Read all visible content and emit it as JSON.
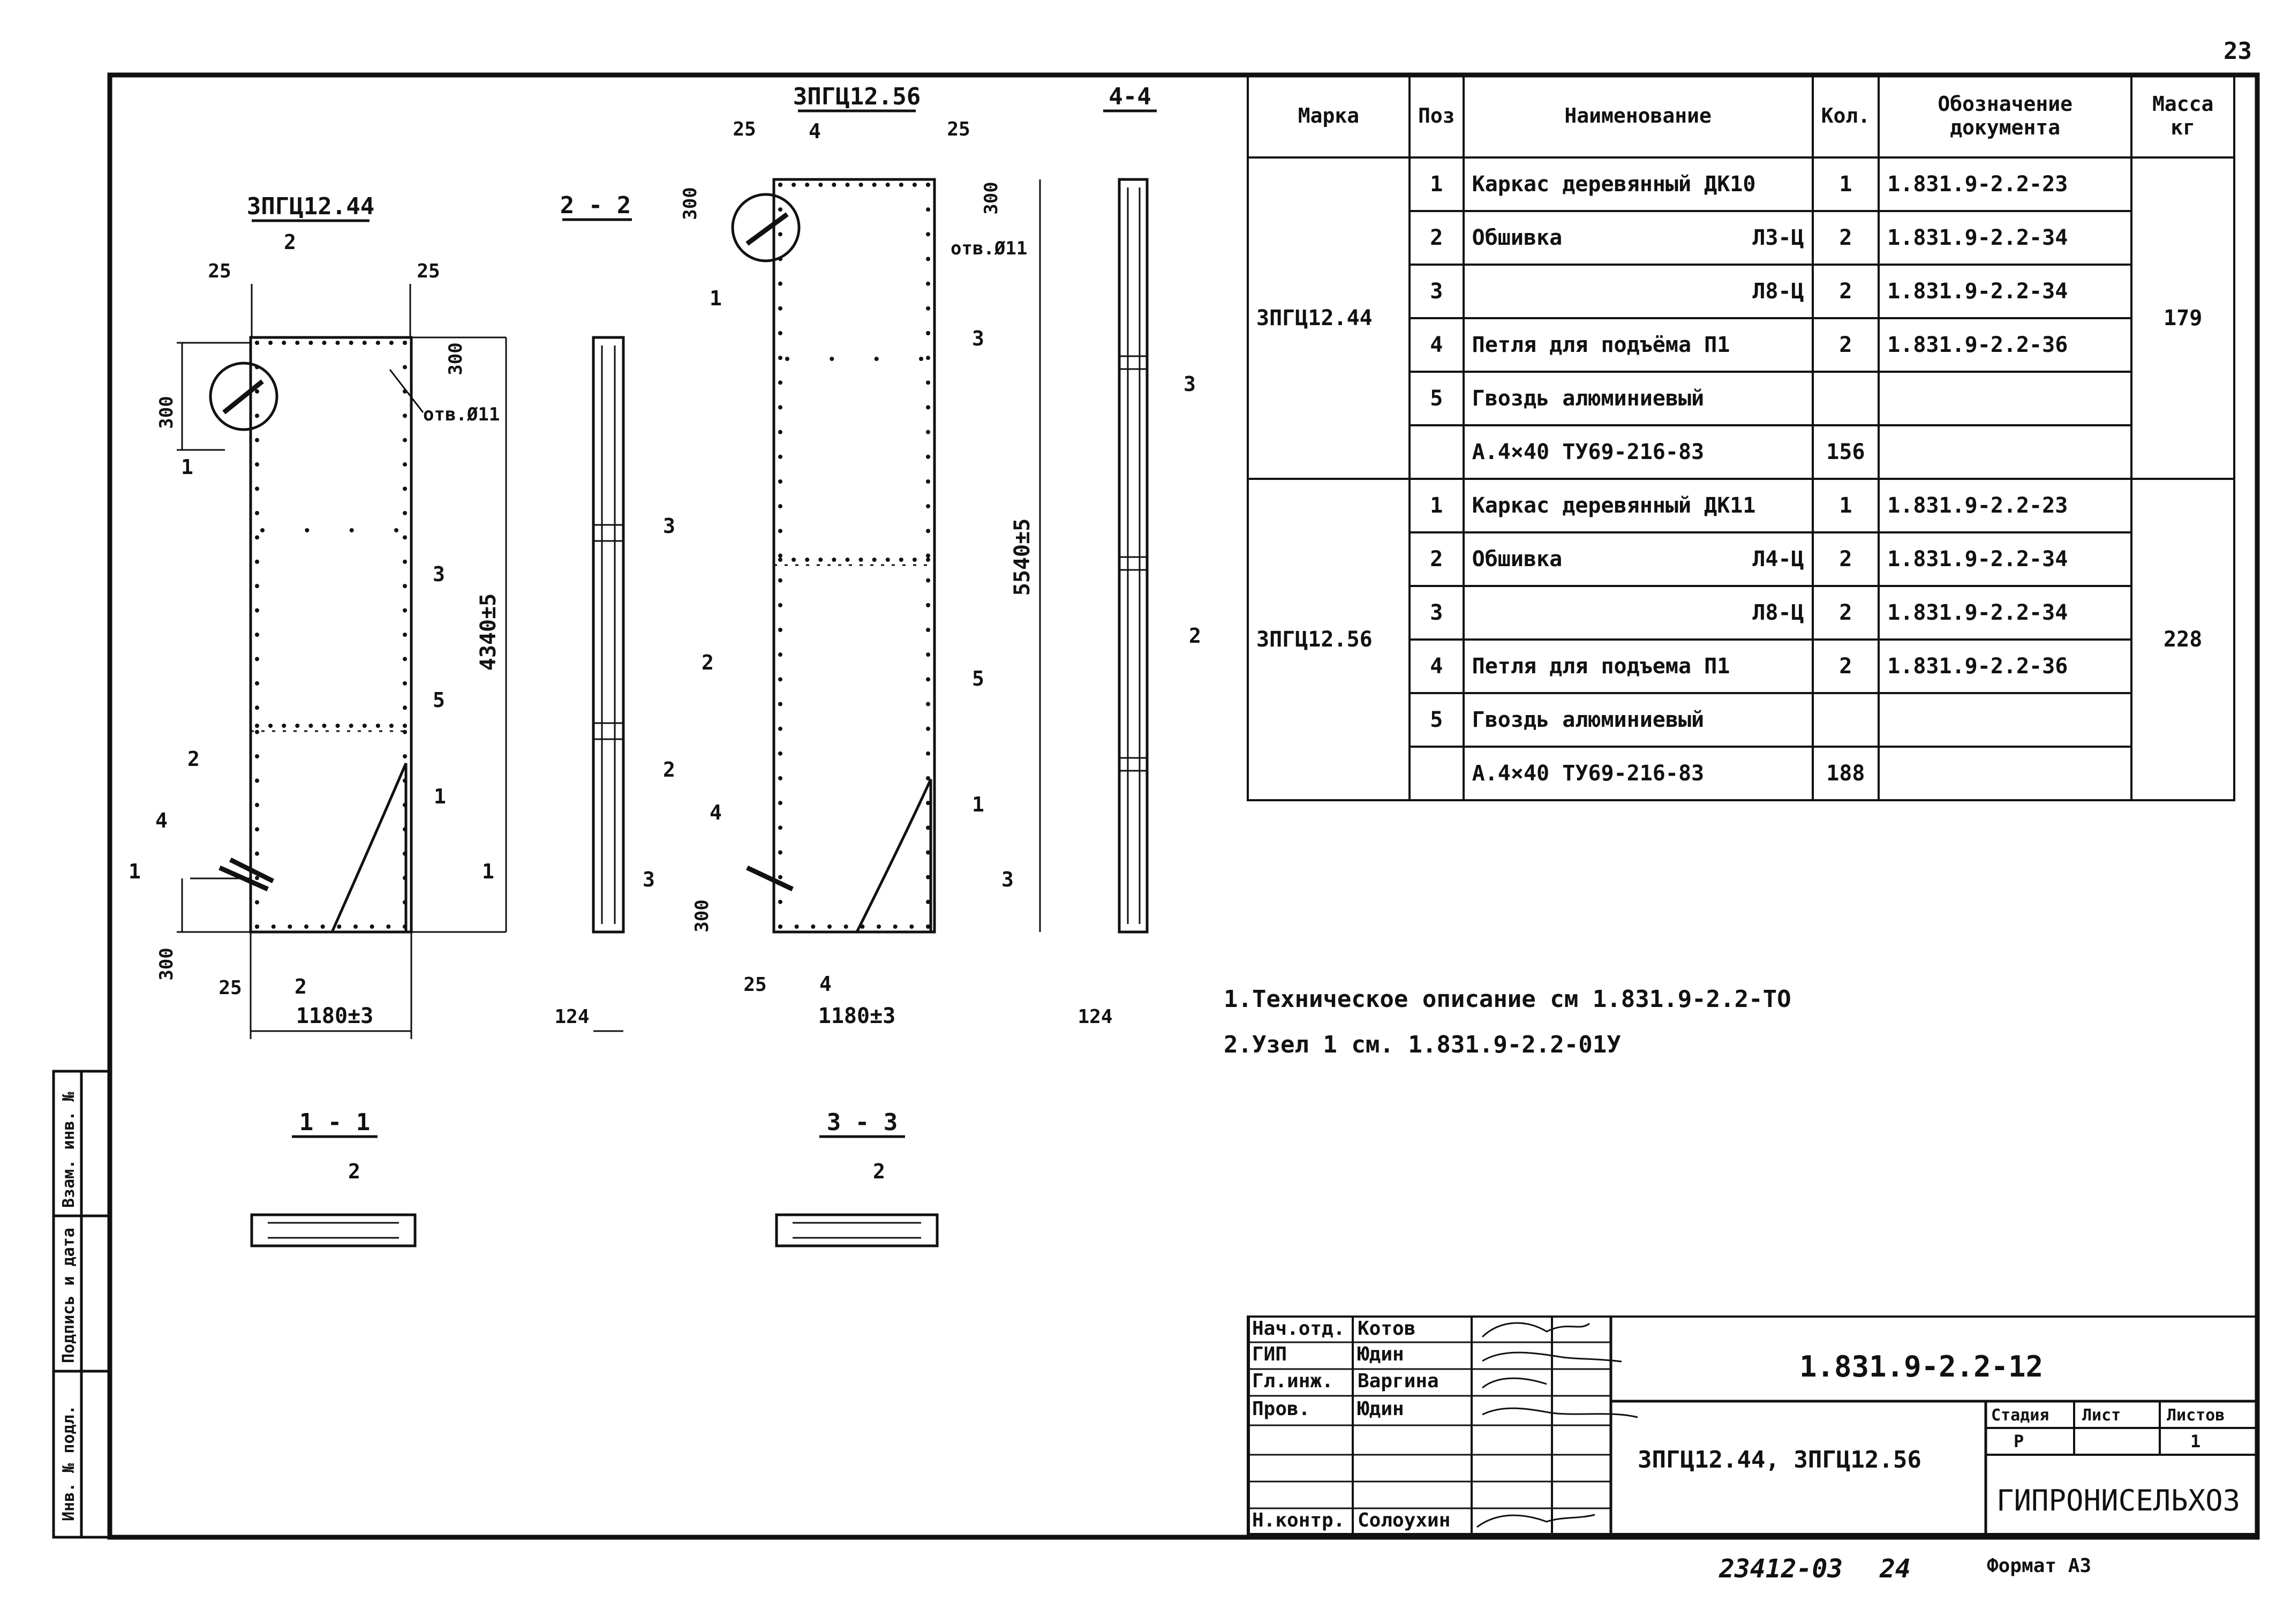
{
  "page_number": "23",
  "bottom": {
    "archive": "23412-03",
    "sheet": "24",
    "format": "Формат А3"
  },
  "views": {
    "p44": {
      "title": "3ПГЦ12.44",
      "dim_25a": "25",
      "dim_25b": "25",
      "dim_25c": "25",
      "dim_300a": "300",
      "dim_300b": "300",
      "dim_300c": "300",
      "height": "4340±5",
      "width": "1180±3",
      "hole": "отв.Ø11",
      "cut_1": "1",
      "cut_2": "2",
      "node": "1",
      "pos2": "2",
      "pos3": "3",
      "pos4": "4",
      "pos5": "5",
      "pos1": "1"
    },
    "s22": {
      "title": "2 - 2",
      "width": "124",
      "pos3": "3",
      "pos2": "2"
    },
    "p56": {
      "title": "3ПГЦ12.56",
      "dim_25a": "25",
      "dim_25b": "25",
      "dim_25c": "25",
      "dim_300a": "300",
      "dim_300b": "300",
      "dim_300c": "300",
      "height": "5540±5",
      "width": "1180±3",
      "hole": "отв.Ø11",
      "cut_3": "3",
      "cut_4": "4",
      "node": "1",
      "pos2": "2",
      "pos3": "3",
      "pos4": "4",
      "pos5": "5",
      "pos1": "1"
    },
    "s44": {
      "title": "4-4",
      "width": "124",
      "pos3": "3",
      "pos2": "2"
    },
    "s11": {
      "title": "1 - 1",
      "pos2": "2"
    },
    "s33": {
      "title": "3 - 3",
      "pos2": "2"
    }
  },
  "spec": {
    "headers": {
      "mark": "Марка",
      "pos": "Поз",
      "name": "Наименование",
      "qty": "Кол.",
      "doc": "Обозначение документа",
      "mass": "Масса кг"
    },
    "groups": [
      {
        "mark": "3ПГЦ12.44",
        "mass": "179",
        "rows": [
          {
            "pos": "1",
            "name": "Каркас деревянный ДК10",
            "suffix": "",
            "qty": "1",
            "doc": "1.831.9-2.2-23"
          },
          {
            "pos": "2",
            "name": "Обшивка",
            "suffix": "Л3-Ц",
            "qty": "2",
            "doc": "1.831.9-2.2-34"
          },
          {
            "pos": "3",
            "name": "",
            "suffix": "Л8-Ц",
            "qty": "2",
            "doc": "1.831.9-2.2-34"
          },
          {
            "pos": "4",
            "name": "Петля для подъёма П1",
            "suffix": "",
            "qty": "2",
            "doc": "1.831.9-2.2-36"
          },
          {
            "pos": "5",
            "name": "Гвоздь алюминиевый",
            "suffix": "",
            "qty": "",
            "doc": ""
          },
          {
            "pos": "",
            "name": "А.4×40 ТУ69-216-83",
            "suffix": "",
            "qty": "156",
            "doc": ""
          }
        ]
      },
      {
        "mark": "3ПГЦ12.56",
        "mass": "228",
        "rows": [
          {
            "pos": "1",
            "name": "Каркас деревянный ДК11",
            "suffix": "",
            "qty": "1",
            "doc": "1.831.9-2.2-23"
          },
          {
            "pos": "2",
            "name": "Обшивка",
            "suffix": "Л4-Ц",
            "qty": "2",
            "doc": "1.831.9-2.2-34"
          },
          {
            "pos": "3",
            "name": "",
            "suffix": "Л8-Ц",
            "qty": "2",
            "doc": "1.831.9-2.2-34"
          },
          {
            "pos": "4",
            "name": "Петля для подъема П1",
            "suffix": "",
            "qty": "2",
            "doc": "1.831.9-2.2-36"
          },
          {
            "pos": "5",
            "name": "Гвоздь алюминиевый",
            "suffix": "",
            "qty": "",
            "doc": ""
          },
          {
            "pos": "",
            "name": "А.4×40 ТУ69-216-83",
            "suffix": "",
            "qty": "188",
            "doc": ""
          }
        ]
      }
    ]
  },
  "notes": [
    "1.Техническое описание см 1.831.9-2.2-ТО",
    "2.Узел 1 см. 1.831.9-2.2-01У"
  ],
  "title_block": {
    "doc_code": "1.831.9-2.2-12",
    "product": "3ПГЦ12.44, 3ПГЦ12.56",
    "stage_label": "Стадия",
    "sheet_label": "Лист",
    "sheets_label": "Листов",
    "stage": "Р",
    "sheets": "1",
    "org": "ГИПРОНИСЕЛЬХОЗ",
    "roles": [
      {
        "role": "Нач.отд.",
        "name": "Котов"
      },
      {
        "role": "ГИП",
        "name": "Юдин"
      },
      {
        "role": "Гл.инж.",
        "name": "Варгина"
      },
      {
        "role": "Пров.",
        "name": "Юдин"
      },
      {
        "role": "",
        "name": ""
      },
      {
        "role": "",
        "name": ""
      },
      {
        "role": "Н.контр.",
        "name": "Солоухин"
      }
    ]
  },
  "side_stamp": {
    "inv": "Инв. № подл.",
    "sign": "Подпись и дата",
    "repl": "Взам. инв. №"
  }
}
